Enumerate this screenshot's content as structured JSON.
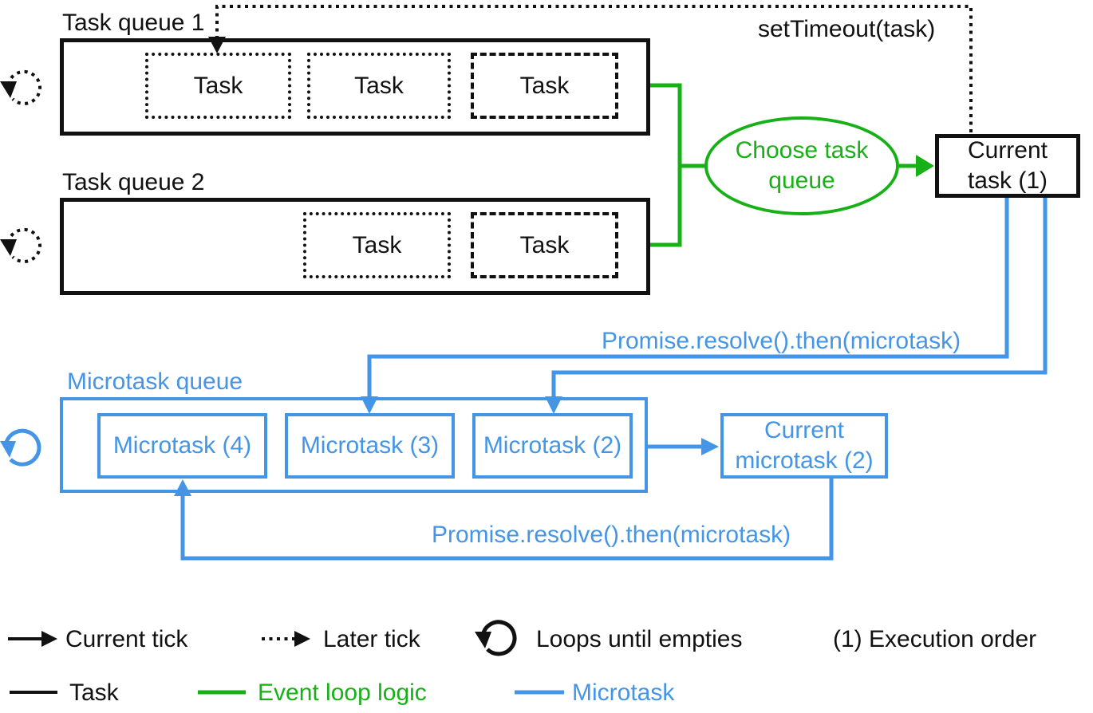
{
  "colors": {
    "task_black": "#111111",
    "event_loop_green": "#17b117",
    "microtask_blue": "#4595e6"
  },
  "task_section": {
    "queue1": {
      "label": "Task queue 1",
      "tasks": [
        {
          "label": "Task",
          "style": "dotted"
        },
        {
          "label": "Task",
          "style": "dotted"
        },
        {
          "label": "Task",
          "style": "dashed"
        }
      ]
    },
    "queue2": {
      "label": "Task queue 2",
      "tasks": [
        {
          "label": "Task",
          "style": "dotted"
        },
        {
          "label": "Task",
          "style": "dashed"
        }
      ]
    },
    "set_timeout_label": "setTimeout(task)",
    "choose_label": "Choose task\nqueue",
    "current_task_label": "Current\ntask (1)"
  },
  "microtask_section": {
    "queue_label": "Microtask queue",
    "microtasks": [
      {
        "label": "Microtask (4)"
      },
      {
        "label": "Microtask (3)"
      },
      {
        "label": "Microtask (2)"
      }
    ],
    "current_microtask_label": "Current\nmicrotask (2)",
    "promise_top_label": "Promise.resolve().then(microtask)",
    "promise_bottom_label": "Promise.resolve().then(microtask)"
  },
  "legend": {
    "current_tick": "Current tick",
    "later_tick": "Later tick",
    "loops_until_empties": "Loops until empties",
    "execution_order": "(1) Execution order",
    "task": "Task",
    "event_loop_logic": "Event loop logic",
    "microtask": "Microtask"
  }
}
